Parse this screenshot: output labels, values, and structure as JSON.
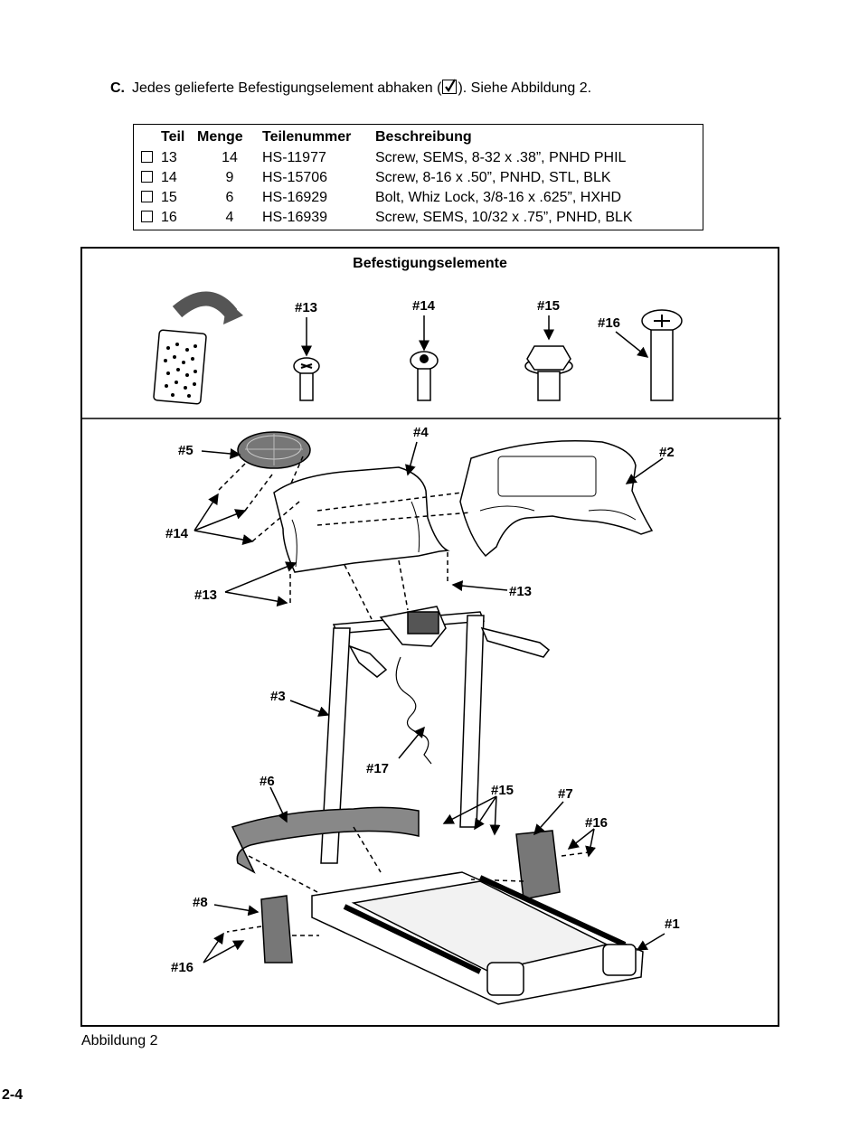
{
  "step": {
    "letter": "C.",
    "text_before": "Jedes gelieferte Befestigungselement abhaken (",
    "text_after": "). Siehe Abbildung 2."
  },
  "parts_table": {
    "headers": [
      "Teil",
      "Menge",
      "Teilenummer",
      "Beschreibung"
    ],
    "rows": [
      {
        "teil": "13",
        "menge": "14",
        "nummer": "HS-11977",
        "beschreibung": "Screw, SEMS, 8-32 x .38”, PNHD PHIL"
      },
      {
        "teil": "14",
        "menge": "9",
        "nummer": "HS-15706",
        "beschreibung": "Screw, 8-16 x .50”, PNHD, STL, BLK"
      },
      {
        "teil": "15",
        "menge": "6",
        "nummer": "HS-16929",
        "beschreibung": "Bolt, Whiz Lock, 3/8-16 x .625”, HXHD"
      },
      {
        "teil": "16",
        "menge": "4",
        "nummer": "HS-16939",
        "beschreibung": "Screw, SEMS, 10/32 x .75”, PNHD, BLK"
      }
    ]
  },
  "figure": {
    "fasteners_title": "Befestigungselemente",
    "fastener_labels": {
      "f13": "#13",
      "f14": "#14",
      "f15": "#15",
      "f16": "#16"
    },
    "callouts": {
      "c5": "#5",
      "c4": "#4",
      "c2": "#2",
      "c14": "#14",
      "c13a": "#13",
      "c13b": "#13",
      "c3": "#3",
      "c17": "#17",
      "c6": "#6",
      "c15": "#15",
      "c7": "#7",
      "c16a": "#16",
      "c8": "#8",
      "c1": "#1",
      "c16b": "#16"
    }
  },
  "caption": "Abbildung 2",
  "page_number": "2-4"
}
